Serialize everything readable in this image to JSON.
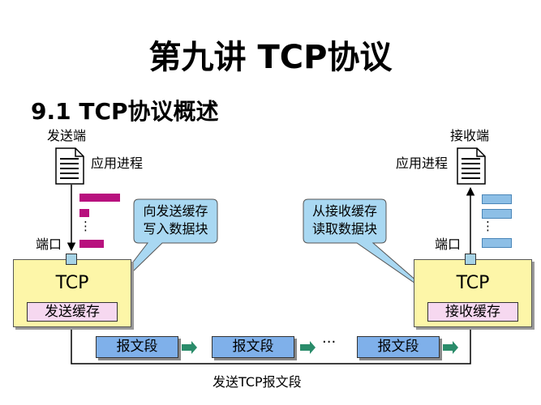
{
  "title": "第九讲 TCP协议",
  "subtitle": "9.1 TCP协议概述",
  "sender": {
    "heading": "发送端",
    "app_process": "应用进程",
    "port": "端口",
    "tcp": "TCP",
    "buffer": "发送缓存",
    "callout": [
      "向发送缓存",
      "写入数据块"
    ]
  },
  "receiver": {
    "heading": "接收端",
    "app_process": "应用进程",
    "port": "端口",
    "tcp": "TCP",
    "buffer": "接收缓存",
    "callout": [
      "从接收缓存",
      "读取数据块"
    ]
  },
  "segments": [
    "报文段",
    "报文段",
    "报文段"
  ],
  "ellipsis": "···",
  "vertical_ellipsis": "⋮",
  "bottom_label": "发送TCP报文段",
  "colors": {
    "tcp_box": "#fdf6a8",
    "buffer": "#f6d8f0",
    "segment": "#7fb0ea",
    "callout": "#a9d8f2",
    "sender_blocks": "#b8117e",
    "receiver_blocks": "#8dbfe6",
    "arrow_green": "#2a8c6a"
  }
}
